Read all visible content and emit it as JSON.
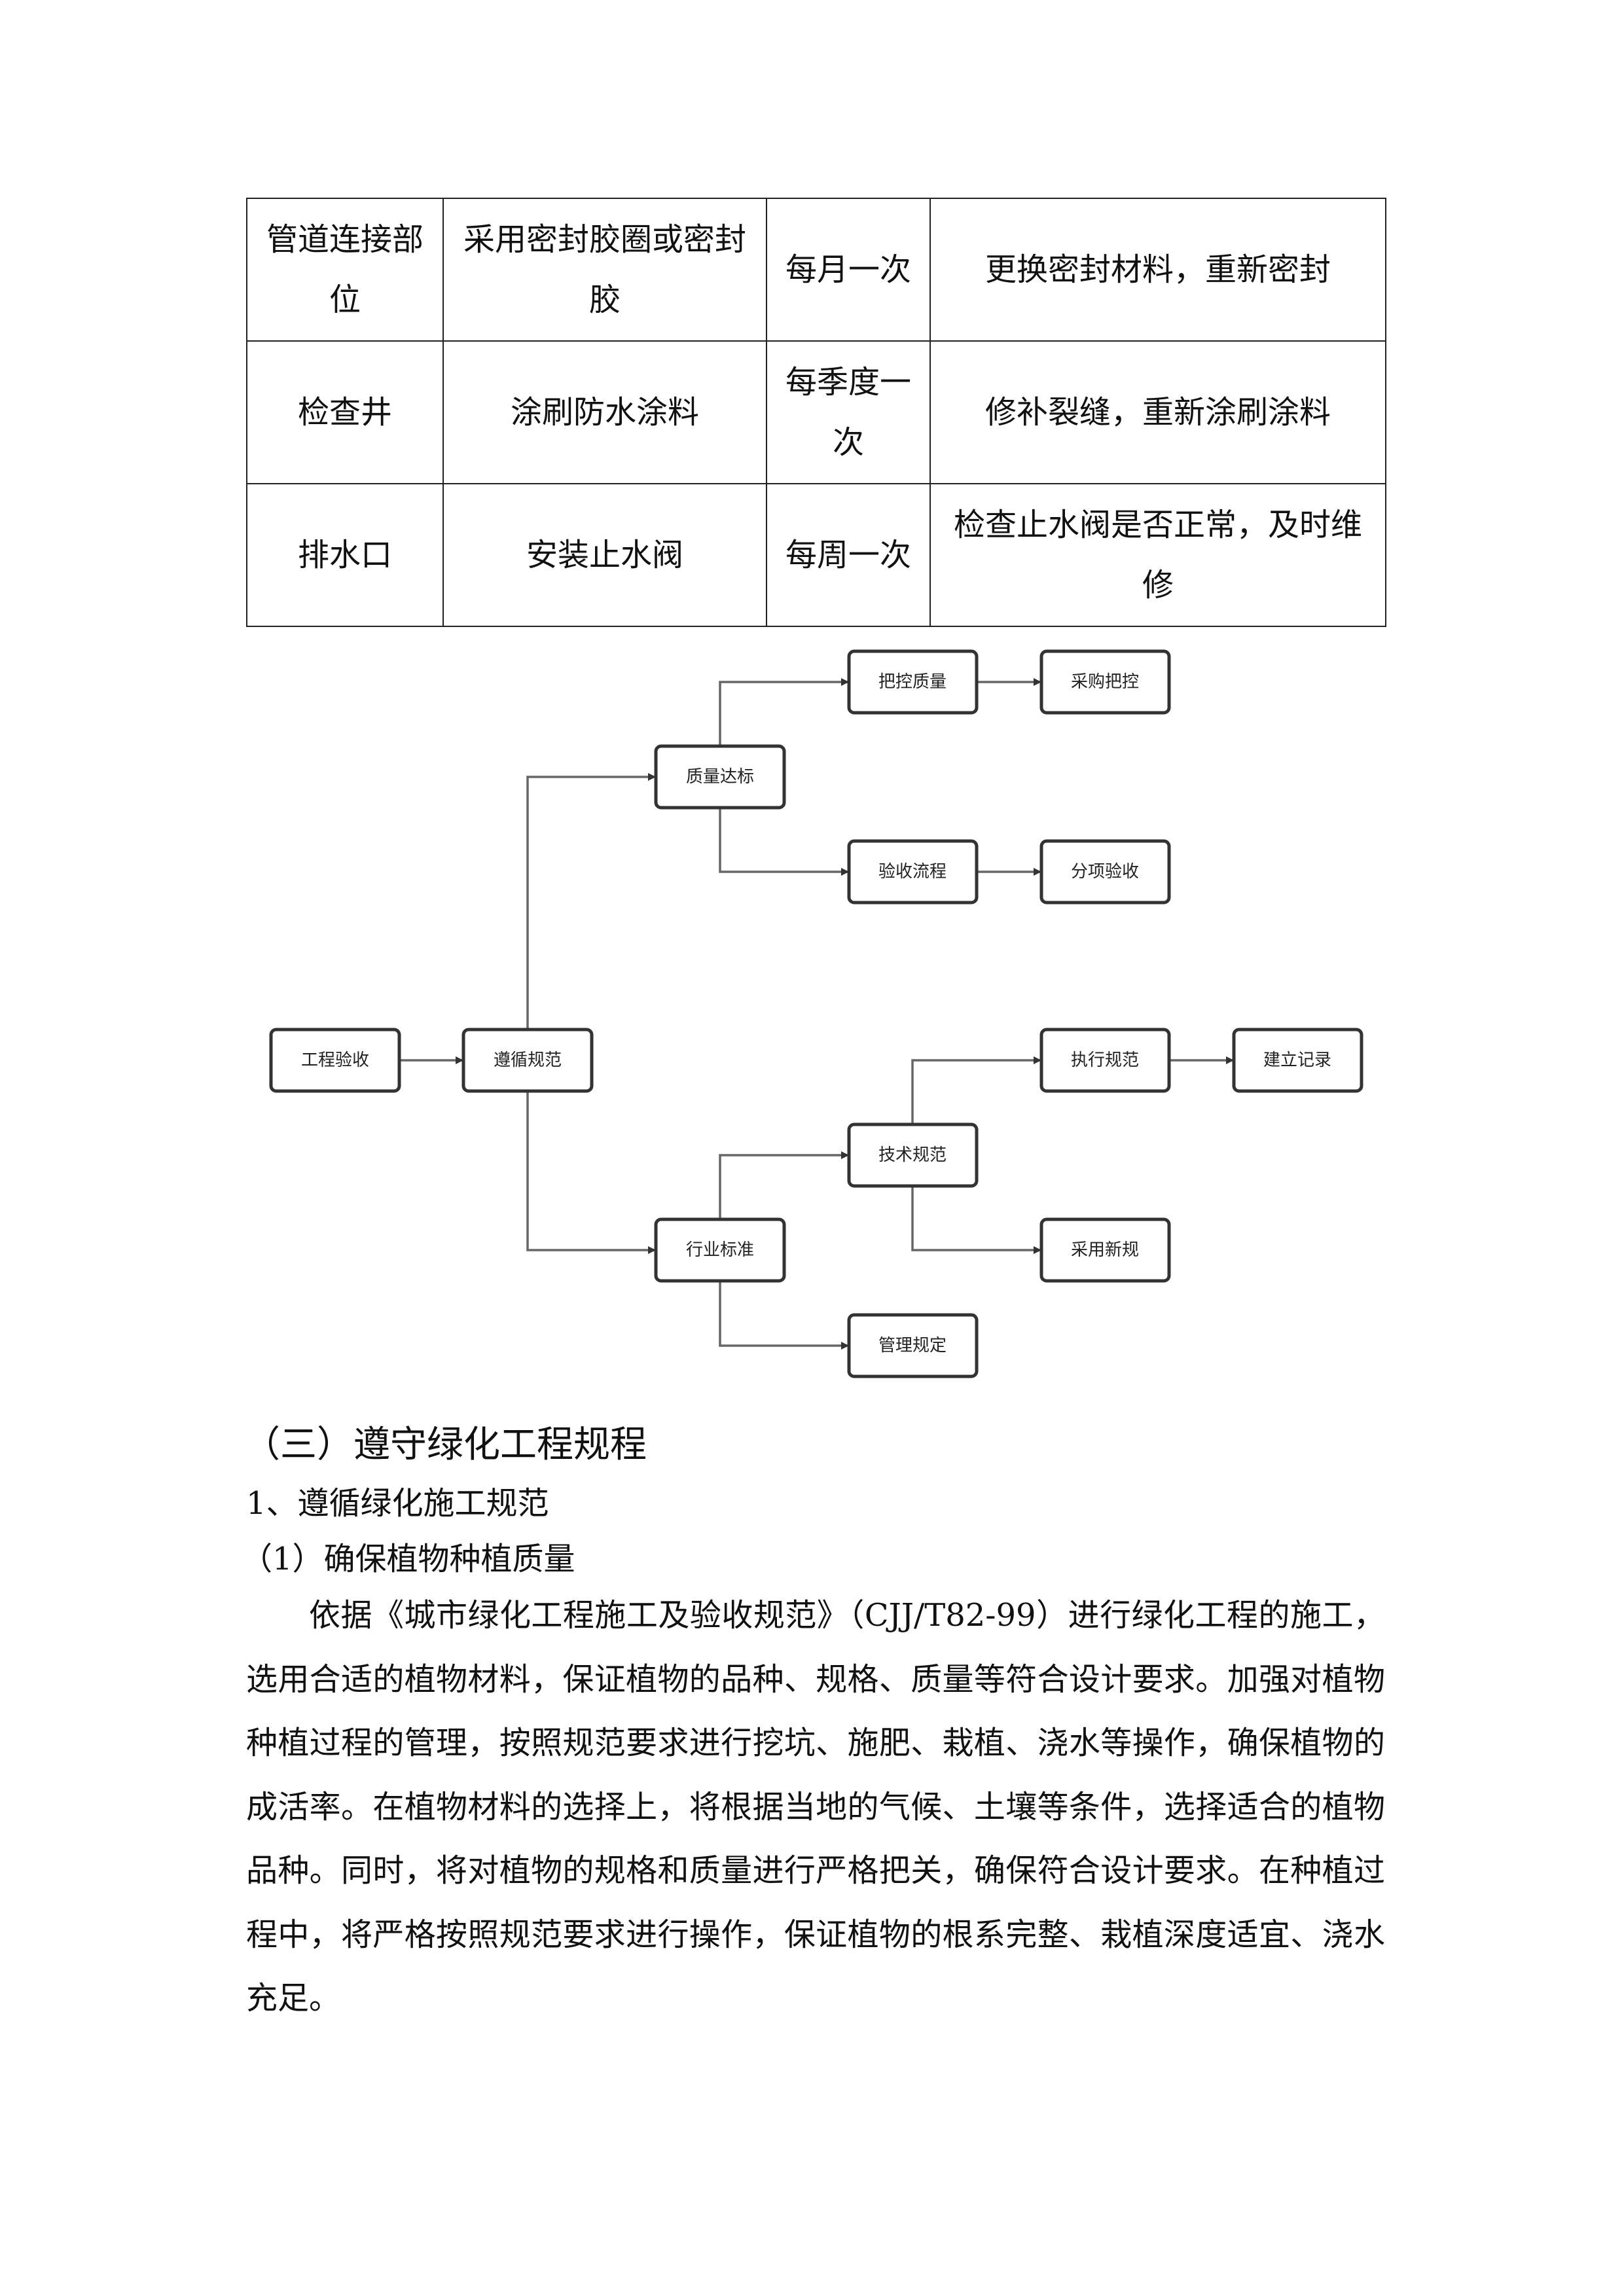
{
  "table": {
    "rows": [
      {
        "part": "管道连接部位",
        "method": "采用密封胶圈或密封胶",
        "frequency": "每月一次",
        "action": "更换密封材料，重新密封"
      },
      {
        "part": "检查井",
        "method": "涂刷防水涂料",
        "frequency": "每季度一次",
        "action": "修补裂缝，重新涂刷涂料"
      },
      {
        "part": "排水口",
        "method": "安装止水阀",
        "frequency": "每周一次",
        "action": "检查止水阀是否正常，及时维修"
      }
    ]
  },
  "flowchart": {
    "nodes": {
      "acceptance": "工程验收",
      "follow": "遵循规范",
      "quality": "质量达标",
      "quality_control": "把控质量",
      "purchase": "采购把控",
      "process": "验收流程",
      "sub_item": "分项验收",
      "industry": "行业标准",
      "technical": "技术规范",
      "execute": "执行规范",
      "record": "建立记录",
      "new_rules": "采用新规",
      "management": "管理规定"
    }
  },
  "section": {
    "heading": "（三）遵守绿化工程规程",
    "subheading": "1、遵循绿化施工规范",
    "subsubheading": "（1）确保植物种植质量",
    "paragraph": "依据《城市绿化工程施工及验收规范》（CJJ/T82-99）进行绿化工程的施工，选用合适的植物材料，保证植物的品种、规格、质量等符合设计要求。加强对植物种植过程的管理，按照规范要求进行挖坑、施肥、栽植、浇水等操作，确保植物的成活率。在植物材料的选择上，将根据当地的气候、土壤等条件，选择适合的植物品种。同时，将对植物的规格和质量进行严格把关，确保符合设计要求。在种植过程中，将严格按照规范要求进行操作，保证植物的根系完整、栽植深度适宜、浇水充足。"
  }
}
